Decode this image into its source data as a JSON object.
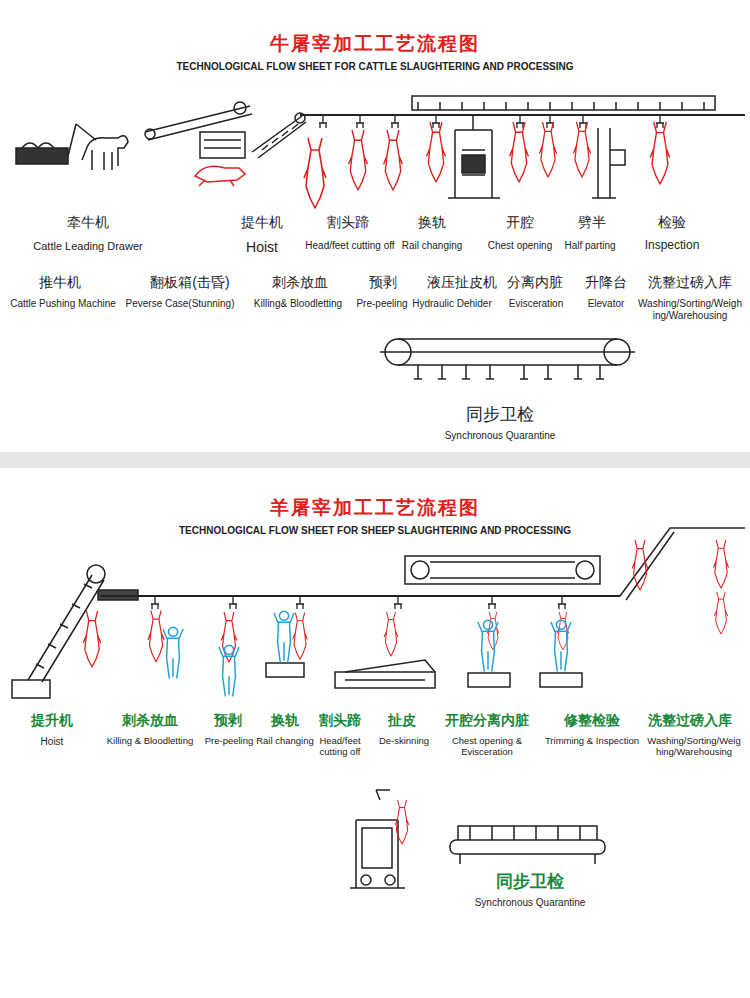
{
  "diagram": {
    "labels": [
      "牛屠宰加工工艺流程图",
      "TECHNOLOGICAL FLOW SHEET FOR CATTLE SLAUGHTERING AND PROCESSING",
      "牵牛机",
      "Cattle Leading Drawer",
      "提牛机",
      "Hoist",
      "割头蹄",
      "Head/feet cutting off",
      "换轨",
      "Rail changing",
      "开腔",
      "Chest opening",
      "劈半",
      "Half parting",
      "检验",
      "Inspection",
      "推牛机",
      "Cattle Pushing Machine",
      "翻板箱(击昏)",
      "Peverse Case(Stunning)",
      "刺杀放血",
      "Killing& Bloodletting",
      "预剥",
      "Pre-peeling",
      "液压扯皮机",
      "Hydraulic Dehider",
      "分离内脏",
      "Evisceration",
      "升降台",
      "Elevator",
      "洗整过磅入库",
      "Washing/Sorting/Weighing/Warehousing",
      "同步卫检",
      "Synchronous Quarantine",
      "羊屠宰加工工艺流程图",
      "TECHNOLOGICAL FLOW SHEET FOR SHEEP SLAUGHTERING AND PROCESSING",
      "提升机",
      "Hoist",
      "刺杀放血",
      "Killing & Bloodletting",
      "预剥",
      "Pre-peeling",
      "换轨",
      "Rail changing",
      "割头蹄",
      "Head/feet cutting off",
      "扯皮",
      "De-skinning",
      "开腔分离内脏",
      "Chest opening & Evisceration",
      "修整检验",
      "Trimming & Inspection",
      "洗整过磅入库",
      "Washing/Sorting/Weighing/Warehousing",
      "同步卫检",
      "Synchronous Quarantine"
    ]
  }
}
